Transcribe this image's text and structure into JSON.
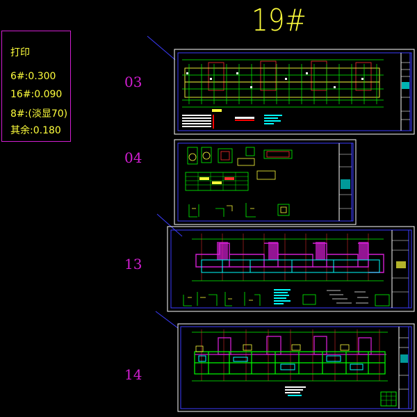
{
  "title": "19#",
  "print_note": {
    "heading": "打印",
    "lines": [
      "6#:0.300",
      "16#:0.090",
      "8#:(淡显70)",
      "其余:0.180"
    ]
  },
  "sheets": [
    {
      "label": "03",
      "color": "#d21ed2"
    },
    {
      "label": "04",
      "color": "#d21ed2"
    },
    {
      "label": "13",
      "color": "#d21ed2"
    },
    {
      "label": "14",
      "color": "#d21ed2"
    }
  ],
  "colors": {
    "background": "#000000",
    "text_yellow": "#ffff3c",
    "magenta": "#d21ed2",
    "frame_blue": "#3c3cff",
    "green": "#00ff00",
    "cyan": "#00ffff",
    "red": "#ff0000"
  }
}
